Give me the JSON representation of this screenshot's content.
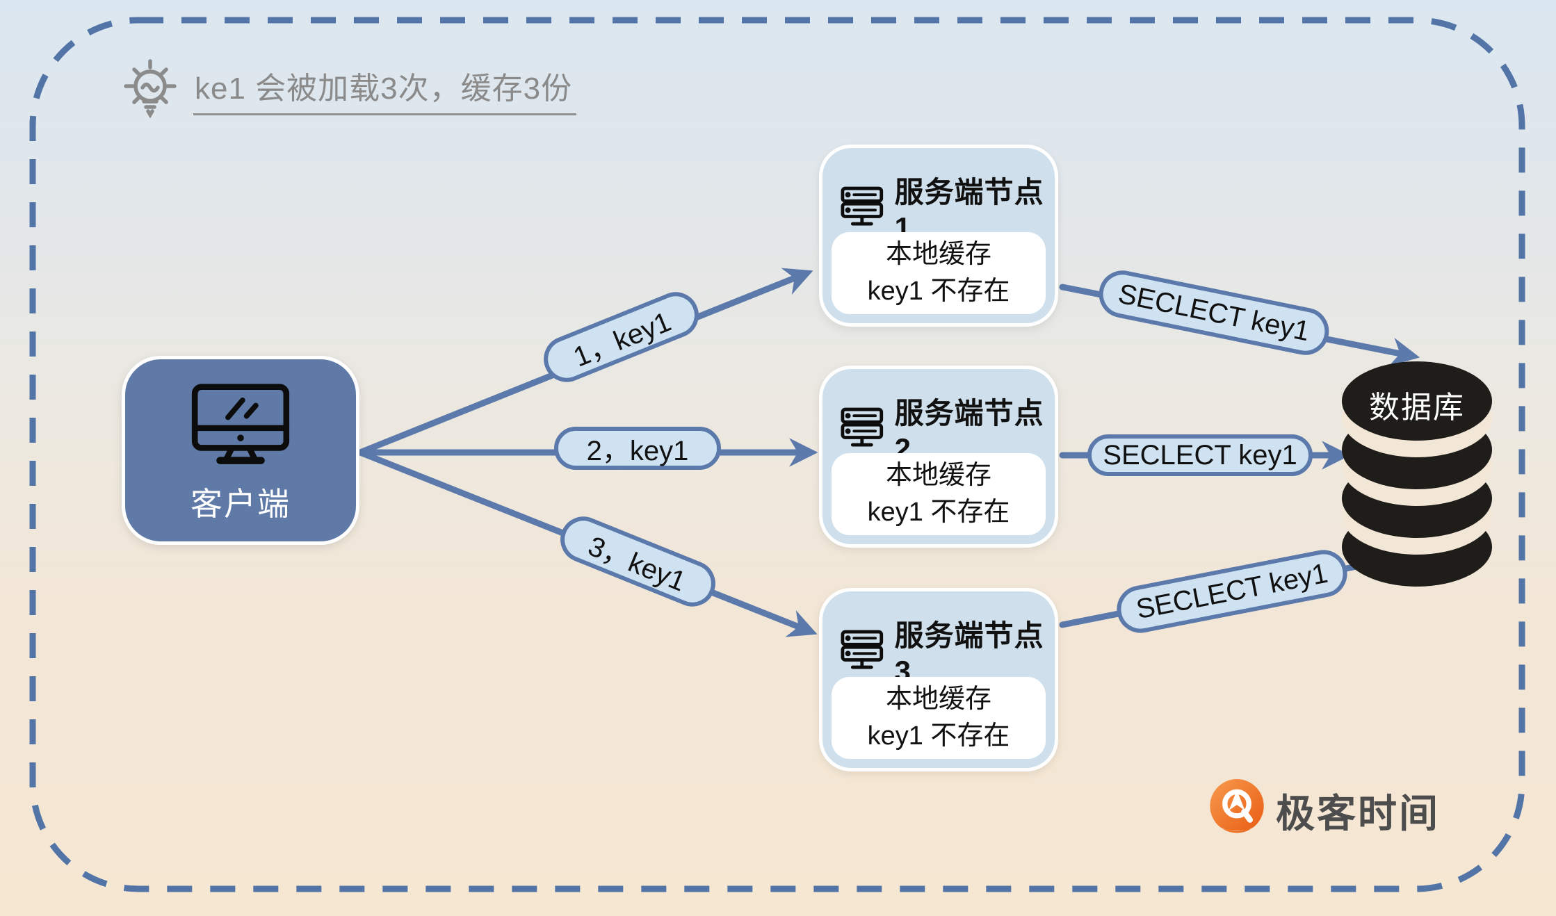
{
  "hint": {
    "text": "ke1 会被加载3次，缓存3份",
    "icon": "lightbulb-icon"
  },
  "client": {
    "label": "客户端",
    "icon": "monitor-icon"
  },
  "nodes": [
    {
      "title": "服务端节点1",
      "cache_line1": "本地缓存",
      "cache_line2": "key1 不存在"
    },
    {
      "title": "服务端节点2",
      "cache_line1": "本地缓存",
      "cache_line2": "key1 不存在"
    },
    {
      "title": "服务端节点3",
      "cache_line1": "本地缓存",
      "cache_line2": "key1 不存在"
    }
  ],
  "request_labels": [
    "1，key1",
    "2，key1",
    "3，key1"
  ],
  "query_labels": [
    "SECLECT key1",
    "SECLECT key1",
    "SECLECT key1"
  ],
  "database": {
    "label": "数据库",
    "icon": "database-cylinder-icon"
  },
  "logo": {
    "text": "极客时间",
    "icon": "geektime-logo-icon"
  },
  "colors": {
    "arrow_blue": "#5b79aa",
    "dashed_border_blue": "#5274a6",
    "client_fill": "#5f7aa7",
    "node_fill": "#cfe0ec",
    "pill_fill": "#cfe2f2",
    "database_black": "#1f1d1a",
    "hint_gray": "#8a8a8a",
    "logo_orange": "#ec6a1e",
    "background_top": "#dbe7f1",
    "background_bottom": "#f6e7d3"
  }
}
